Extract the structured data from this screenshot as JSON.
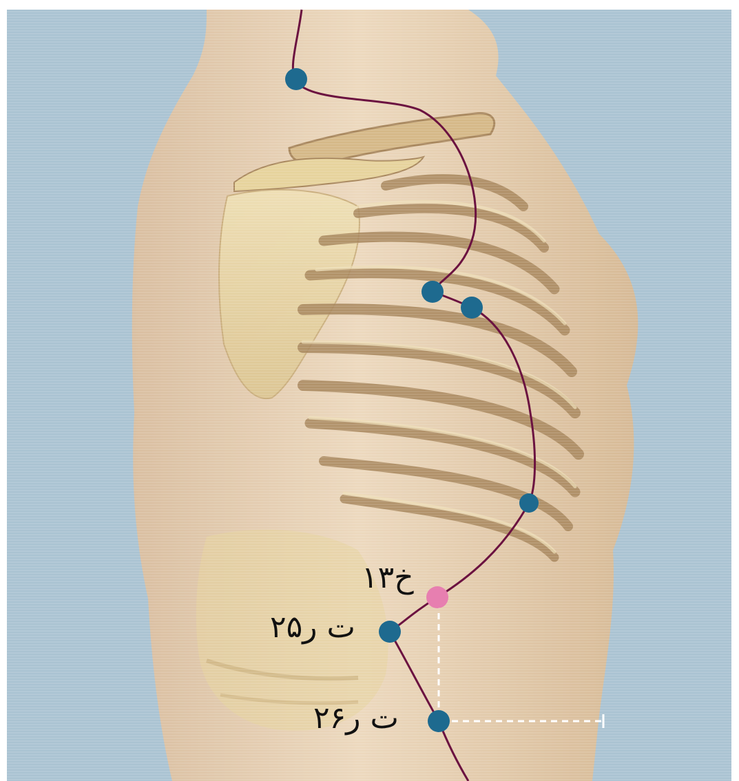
{
  "labels": {
    "point_pink": "خ۱۳",
    "point_t25": "ت ر۲۵",
    "point_t26": "ت ر۲۶"
  },
  "colors": {
    "background": "#aac3d2",
    "skin": "#e2c8a6",
    "bone": "#e6d39c",
    "rib_shadow": "#a8875d",
    "meridian": "#6b1240",
    "acupoint": "#1e6a8f",
    "acupoint_highlight": "#e77fb0",
    "guide": "#ffffff"
  }
}
